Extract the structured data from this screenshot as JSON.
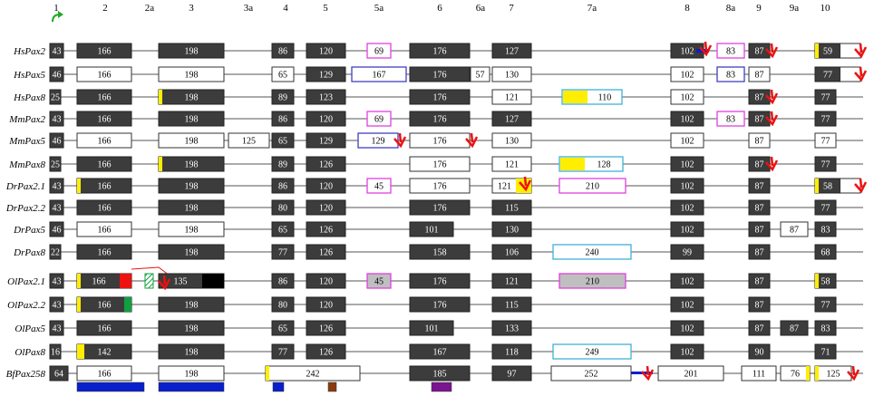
{
  "colors": {
    "dark": "#3c3c3c",
    "light": "#ffffff",
    "outline": "#333333",
    "gray_fill": "#bfbfbf",
    "pink": "#e040e0",
    "blue_outline": "#4040c0",
    "cyan": "#40b0d8",
    "yellow": "#ffee00",
    "red": "#ee1111",
    "green": "#10a040",
    "dark_blue": "#0a1fcc",
    "brown": "#8b3a10",
    "purple": "#7a1490",
    "black": "#000000"
  },
  "columns": [
    "1",
    "2",
    "2a",
    "3",
    "3a",
    "4",
    "5",
    "5a",
    "6",
    "6a",
    "7",
    "7a",
    "8",
    "8a",
    "9",
    "9a",
    "10"
  ],
  "rows": [
    {
      "label": "HsPax2",
      "exons": [
        {
          "col": "1",
          "text": "43",
          "fill": "dark"
        },
        {
          "col": "2",
          "text": "166",
          "fill": "dark"
        },
        {
          "col": "3",
          "text": "198",
          "fill": "dark"
        },
        {
          "col": "4",
          "text": "86",
          "fill": "dark"
        },
        {
          "col": "5",
          "text": "120",
          "fill": "dark"
        },
        {
          "col": "5a",
          "text": "69",
          "fill": "light",
          "stroke": "pink"
        },
        {
          "col": "6",
          "text": "176",
          "fill": "dark"
        },
        {
          "col": "7",
          "text": "127",
          "fill": "dark"
        },
        {
          "col": "8",
          "text": "102",
          "fill": "dark",
          "marker": "red-arrow-blue-line-8"
        },
        {
          "col": "8a",
          "text": "83",
          "fill": "light",
          "stroke": "pink"
        },
        {
          "col": "9",
          "text": "87",
          "fill": "dark",
          "marker": "red-arrow"
        },
        {
          "col": "10",
          "text": "59",
          "fill": "dark",
          "yellow": "left",
          "tail": "red-outline"
        }
      ]
    },
    {
      "label": "HsPax5",
      "exons": [
        {
          "col": "1",
          "text": "46",
          "fill": "dark"
        },
        {
          "col": "2",
          "text": "166",
          "fill": "light"
        },
        {
          "col": "3",
          "text": "198",
          "fill": "light"
        },
        {
          "col": "4",
          "text": "65",
          "fill": "light"
        },
        {
          "col": "5",
          "text": "129",
          "fill": "dark"
        },
        {
          "col": "5a",
          "text": "167",
          "fill": "light",
          "stroke": "blue_outline",
          "wide": true
        },
        {
          "col": "6",
          "text": "176",
          "fill": "dark"
        },
        {
          "col": "6a",
          "text": "57",
          "fill": "light"
        },
        {
          "col": "7",
          "text": "130",
          "fill": "light"
        },
        {
          "col": "8",
          "text": "102",
          "fill": "light"
        },
        {
          "col": "8a",
          "text": "83",
          "fill": "light",
          "stroke": "blue_outline"
        },
        {
          "col": "9",
          "text": "87",
          "fill": "light"
        },
        {
          "col": "10",
          "text": "77",
          "fill": "dark",
          "tail": "red-outline"
        }
      ]
    },
    {
      "label": "HsPax8",
      "exons": [
        {
          "col": "1",
          "text": "25",
          "fill": "dark",
          "small": true
        },
        {
          "col": "2",
          "text": "166",
          "fill": "dark"
        },
        {
          "col": "3",
          "text": "198",
          "fill": "dark",
          "yellow": "left"
        },
        {
          "col": "4",
          "text": "89",
          "fill": "dark"
        },
        {
          "col": "5",
          "text": "123",
          "fill": "dark"
        },
        {
          "col": "6",
          "text": "176",
          "fill": "dark"
        },
        {
          "col": "7",
          "text": "121",
          "fill": "light"
        },
        {
          "col": "7a",
          "text": "110",
          "fill": "light",
          "stroke": "cyan",
          "yellow": "big-left"
        },
        {
          "col": "8",
          "text": "102",
          "fill": "light"
        },
        {
          "col": "9",
          "text": "87",
          "fill": "dark",
          "marker": "red-arrow"
        },
        {
          "col": "10",
          "text": "77",
          "fill": "dark"
        }
      ]
    },
    {
      "label": "MmPax2",
      "exons": [
        {
          "col": "1",
          "text": "43",
          "fill": "dark"
        },
        {
          "col": "2",
          "text": "166",
          "fill": "dark"
        },
        {
          "col": "3",
          "text": "198",
          "fill": "dark"
        },
        {
          "col": "4",
          "text": "86",
          "fill": "dark"
        },
        {
          "col": "5",
          "text": "120",
          "fill": "dark"
        },
        {
          "col": "5a",
          "text": "69",
          "fill": "light",
          "stroke": "pink"
        },
        {
          "col": "6",
          "text": "176",
          "fill": "dark"
        },
        {
          "col": "7",
          "text": "127",
          "fill": "dark"
        },
        {
          "col": "8",
          "text": "102",
          "fill": "dark"
        },
        {
          "col": "8a",
          "text": "83",
          "fill": "light",
          "stroke": "pink"
        },
        {
          "col": "9",
          "text": "87",
          "fill": "dark",
          "marker": "red-arrow"
        },
        {
          "col": "10",
          "text": "77",
          "fill": "dark"
        }
      ]
    },
    {
      "label": "MmPax5",
      "exons": [
        {
          "col": "1",
          "text": "46",
          "fill": "dark"
        },
        {
          "col": "2",
          "text": "166",
          "fill": "light"
        },
        {
          "col": "3",
          "text": "198",
          "fill": "light"
        },
        {
          "col": "3a",
          "text": "125",
          "fill": "light"
        },
        {
          "col": "4",
          "text": "65",
          "fill": "dark"
        },
        {
          "col": "5",
          "text": "129",
          "fill": "dark"
        },
        {
          "col": "5a",
          "text": "129",
          "fill": "light",
          "stroke": "blue_outline",
          "marker": "red-arrow"
        },
        {
          "col": "6",
          "text": "176",
          "fill": "light",
          "marker": "red-arrow"
        },
        {
          "col": "7",
          "text": "130",
          "fill": "light"
        },
        {
          "col": "8",
          "text": "102",
          "fill": "light"
        },
        {
          "col": "9",
          "text": "87",
          "fill": "light"
        },
        {
          "col": "10",
          "text": "77",
          "fill": "light"
        }
      ]
    },
    {
      "label": "MmPax8",
      "exons": [
        {
          "col": "1",
          "text": "25",
          "fill": "dark",
          "small": true
        },
        {
          "col": "2",
          "text": "166",
          "fill": "dark"
        },
        {
          "col": "3",
          "text": "198",
          "fill": "dark",
          "yellow": "left"
        },
        {
          "col": "4",
          "text": "89",
          "fill": "dark"
        },
        {
          "col": "5",
          "text": "126",
          "fill": "dark"
        },
        {
          "col": "6",
          "text": "176",
          "fill": "light"
        },
        {
          "col": "7",
          "text": "121",
          "fill": "light"
        },
        {
          "col": "7a",
          "text": "128",
          "fill": "light",
          "stroke": "cyan",
          "yellow": "big-left"
        },
        {
          "col": "8",
          "text": "102",
          "fill": "dark"
        },
        {
          "col": "9",
          "text": "87",
          "fill": "dark",
          "marker": "red-arrow"
        },
        {
          "col": "10",
          "text": "77",
          "fill": "dark"
        }
      ]
    },
    {
      "label": "DrPax2.1",
      "exons": [
        {
          "col": "1",
          "text": "43",
          "fill": "dark"
        },
        {
          "col": "2",
          "text": "166",
          "fill": "dark",
          "yellow": "left"
        },
        {
          "col": "3",
          "text": "198",
          "fill": "dark"
        },
        {
          "col": "4",
          "text": "86",
          "fill": "dark"
        },
        {
          "col": "5",
          "text": "120",
          "fill": "dark"
        },
        {
          "col": "5a",
          "text": "45",
          "fill": "light",
          "stroke": "pink"
        },
        {
          "col": "6",
          "text": "176",
          "fill": "light"
        },
        {
          "col": "7",
          "text": "121",
          "fill": "light",
          "yellow": "right-with-arrow"
        },
        {
          "col": "7a",
          "text": "210",
          "fill": "light",
          "stroke": "pink"
        },
        {
          "col": "8",
          "text": "102",
          "fill": "dark"
        },
        {
          "col": "9",
          "text": "87",
          "fill": "dark"
        },
        {
          "col": "10",
          "text": "58",
          "fill": "dark",
          "yellow": "left",
          "tail": "red-outline"
        }
      ]
    },
    {
      "label": "DrPax2.2",
      "exons": [
        {
          "col": "1",
          "text": "43",
          "fill": "dark"
        },
        {
          "col": "2",
          "text": "166",
          "fill": "dark"
        },
        {
          "col": "3",
          "text": "198",
          "fill": "dark"
        },
        {
          "col": "4",
          "text": "80",
          "fill": "dark"
        },
        {
          "col": "5",
          "text": "120",
          "fill": "dark"
        },
        {
          "col": "6",
          "text": "176",
          "fill": "dark"
        },
        {
          "col": "7",
          "text": "115",
          "fill": "dark"
        },
        {
          "col": "8",
          "text": "102",
          "fill": "dark"
        },
        {
          "col": "9",
          "text": "87",
          "fill": "dark"
        },
        {
          "col": "10",
          "text": "77",
          "fill": "dark"
        }
      ]
    },
    {
      "label": "DrPax5",
      "exons": [
        {
          "col": "1",
          "text": "46",
          "fill": "dark"
        },
        {
          "col": "2",
          "text": "166",
          "fill": "light"
        },
        {
          "col": "3",
          "text": "198",
          "fill": "light"
        },
        {
          "col": "4",
          "text": "65",
          "fill": "dark"
        },
        {
          "col": "5",
          "text": "126",
          "fill": "dark"
        },
        {
          "col": "6",
          "text": "101",
          "fill": "dark",
          "short": true
        },
        {
          "col": "7",
          "text": "130",
          "fill": "dark"
        },
        {
          "col": "8",
          "text": "102",
          "fill": "dark"
        },
        {
          "col": "9",
          "text": "87",
          "fill": "dark"
        },
        {
          "col": "9a",
          "text": "87",
          "fill": "light"
        },
        {
          "col": "10",
          "text": "83",
          "fill": "dark"
        }
      ]
    },
    {
      "label": "DrPax8",
      "exons": [
        {
          "col": "1",
          "text": "22",
          "fill": "dark",
          "small": true
        },
        {
          "col": "2",
          "text": "166",
          "fill": "dark"
        },
        {
          "col": "3",
          "text": "198",
          "fill": "dark"
        },
        {
          "col": "4",
          "text": "77",
          "fill": "dark"
        },
        {
          "col": "5",
          "text": "126",
          "fill": "dark"
        },
        {
          "col": "6",
          "text": "158",
          "fill": "dark"
        },
        {
          "col": "7",
          "text": "106",
          "fill": "dark"
        },
        {
          "col": "7a",
          "text": "240",
          "fill": "light",
          "stroke": "cyan"
        },
        {
          "col": "8",
          "text": "99",
          "fill": "dark"
        },
        {
          "col": "9",
          "text": "87",
          "fill": "dark"
        },
        {
          "col": "10",
          "text": "68",
          "fill": "dark"
        }
      ]
    },
    {
      "label": "OlPax2.1",
      "exons": [
        {
          "col": "1",
          "text": "43",
          "fill": "dark"
        },
        {
          "col": "2",
          "text": "166",
          "fill": "dark",
          "yellow": "left",
          "red_end": true
        },
        {
          "col": "2a",
          "text": "",
          "fill": "hatch"
        },
        {
          "col": "3",
          "text": "135",
          "fill": "dark",
          "black_end": true,
          "marker": "red-arrow-left"
        },
        {
          "col": "4",
          "text": "86",
          "fill": "dark"
        },
        {
          "col": "5",
          "text": "120",
          "fill": "dark"
        },
        {
          "col": "5a",
          "text": "45",
          "fill": "gray_fill",
          "stroke": "pink"
        },
        {
          "col": "6",
          "text": "176",
          "fill": "dark"
        },
        {
          "col": "7",
          "text": "121",
          "fill": "dark"
        },
        {
          "col": "7a",
          "text": "210",
          "fill": "gray_fill",
          "stroke": "pink"
        },
        {
          "col": "8",
          "text": "102",
          "fill": "dark"
        },
        {
          "col": "9",
          "text": "87",
          "fill": "dark"
        },
        {
          "col": "10",
          "text": "58",
          "fill": "dark",
          "yellow": "left"
        }
      ]
    },
    {
      "label": "OlPax2.2",
      "exons": [
        {
          "col": "1",
          "text": "43",
          "fill": "dark"
        },
        {
          "col": "2",
          "text": "166",
          "fill": "dark",
          "yellow": "left",
          "green_end": true
        },
        {
          "col": "3",
          "text": "198",
          "fill": "dark"
        },
        {
          "col": "4",
          "text": "80",
          "fill": "dark"
        },
        {
          "col": "5",
          "text": "120",
          "fill": "dark"
        },
        {
          "col": "6",
          "text": "176",
          "fill": "dark"
        },
        {
          "col": "7",
          "text": "115",
          "fill": "dark"
        },
        {
          "col": "8",
          "text": "102",
          "fill": "dark"
        },
        {
          "col": "9",
          "text": "87",
          "fill": "dark"
        },
        {
          "col": "10",
          "text": "77",
          "fill": "dark"
        }
      ]
    },
    {
      "label": "OlPax5",
      "exons": [
        {
          "col": "1",
          "text": "43",
          "fill": "dark"
        },
        {
          "col": "2",
          "text": "166",
          "fill": "dark"
        },
        {
          "col": "3",
          "text": "198",
          "fill": "dark"
        },
        {
          "col": "4",
          "text": "65",
          "fill": "dark"
        },
        {
          "col": "5",
          "text": "126",
          "fill": "dark"
        },
        {
          "col": "6",
          "text": "101",
          "fill": "dark",
          "short": true
        },
        {
          "col": "7",
          "text": "133",
          "fill": "dark"
        },
        {
          "col": "8",
          "text": "102",
          "fill": "dark"
        },
        {
          "col": "9",
          "text": "87",
          "fill": "dark"
        },
        {
          "col": "9a",
          "text": "87",
          "fill": "dark"
        },
        {
          "col": "10",
          "text": "83",
          "fill": "dark"
        }
      ]
    },
    {
      "label": "OlPax8",
      "exons": [
        {
          "col": "1",
          "text": "16",
          "fill": "dark",
          "small": true
        },
        {
          "col": "2",
          "text": "142",
          "fill": "dark",
          "yellow": "left-wide"
        },
        {
          "col": "3",
          "text": "198",
          "fill": "dark"
        },
        {
          "col": "4",
          "text": "77",
          "fill": "dark"
        },
        {
          "col": "5",
          "text": "126",
          "fill": "dark"
        },
        {
          "col": "6",
          "text": "167",
          "fill": "dark"
        },
        {
          "col": "7",
          "text": "118",
          "fill": "dark"
        },
        {
          "col": "7a",
          "text": "249",
          "fill": "light",
          "stroke": "cyan"
        },
        {
          "col": "8",
          "text": "102",
          "fill": "dark"
        },
        {
          "col": "9",
          "text": "90",
          "fill": "dark"
        },
        {
          "col": "10",
          "text": "71",
          "fill": "dark"
        }
      ]
    },
    {
      "label": "BfPax258",
      "exons": [
        {
          "col": "1",
          "text": "64",
          "fill": "dark",
          "wide": true
        },
        {
          "col": "2",
          "text": "166",
          "fill": "light"
        },
        {
          "col": "3",
          "text": "198",
          "fill": "light"
        },
        {
          "col": "4",
          "text": "242",
          "fill": "light",
          "yellow": "left",
          "span": "4-5"
        },
        {
          "col": "6",
          "text": "185",
          "fill": "dark"
        },
        {
          "col": "7",
          "text": "97",
          "fill": "dark"
        },
        {
          "col": "7a",
          "text": "252",
          "fill": "light",
          "marker": "blue-line-red-arrow"
        },
        {
          "col": "8",
          "text": "201",
          "fill": "light",
          "wide": true
        },
        {
          "col": "9",
          "text": "111",
          "fill": "light"
        },
        {
          "col": "9a",
          "text": "76",
          "fill": "light",
          "yellow": "right"
        },
        {
          "col": "10",
          "text": "125",
          "fill": "light",
          "yellow": "left",
          "marker": "red-arrow"
        }
      ]
    }
  ],
  "legend_bars": [
    {
      "color": "dark_blue"
    },
    {
      "color": "dark_blue"
    },
    {
      "color": "dark_blue"
    },
    {
      "color": "brown"
    },
    {
      "color": "purple"
    }
  ]
}
